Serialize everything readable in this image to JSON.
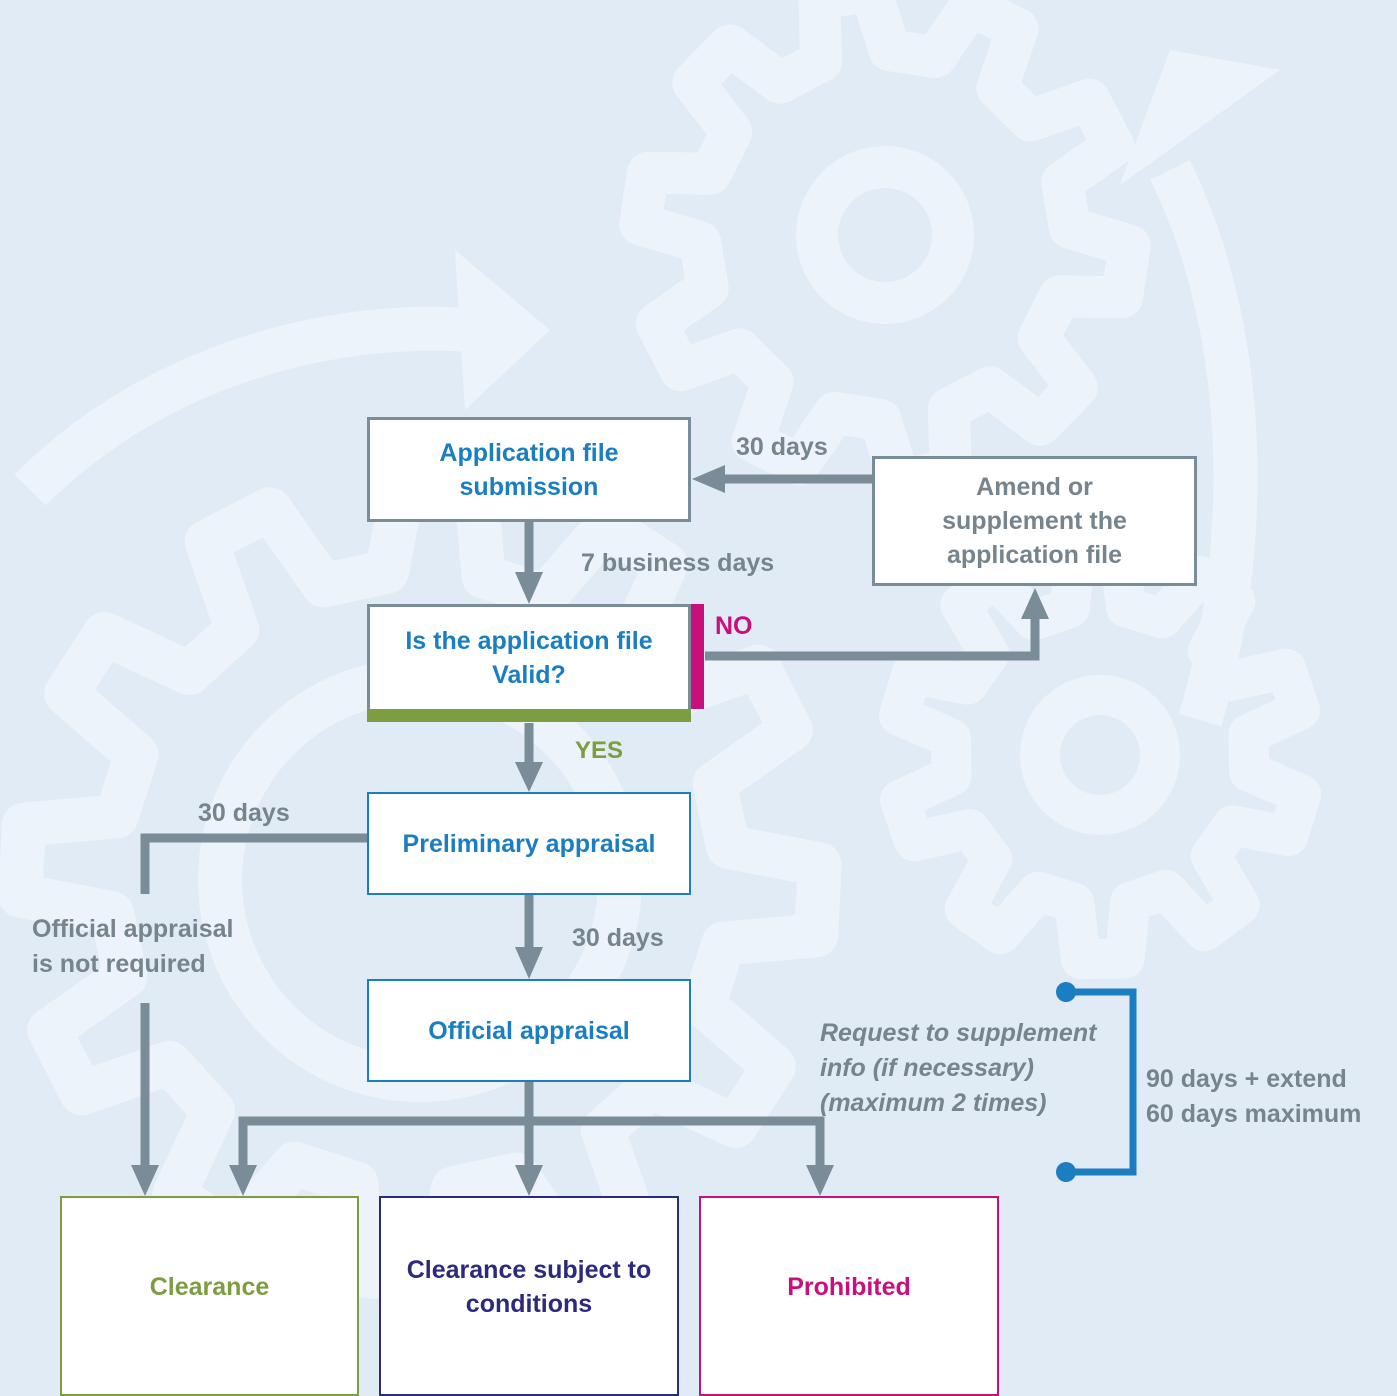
{
  "colors": {
    "background": "#e1ebf6",
    "gear_watermark": "#edf3fa",
    "box_blue_text": "#1a7ec1",
    "box_gray_text": "#76848e",
    "connector": "#7a8c97",
    "yes_green": "#7d9d41",
    "no_magenta": "#c8107d",
    "navy": "#2b2a7c",
    "bracket_blue": "#1a7ec1"
  },
  "boxes": {
    "submission": "Application file submission",
    "valid": "Is the application file Valid?",
    "amend": "Amend or supplement the application file",
    "preliminary": "Preliminary appraisal",
    "official": "Official appraisal",
    "clearance": "Clearance",
    "conditions": "Clearance subject to conditions",
    "prohibited": "Prohibited"
  },
  "labels": {
    "days_amend": "30 days",
    "business_days": "7 business days",
    "no": "NO",
    "yes": "YES",
    "days_prelim": "30 days",
    "days_official": "30 days",
    "not_required_1": "Official appraisal",
    "not_required_2": "is not required",
    "request_1": "Request to supplement",
    "request_2": "info (if necessary)",
    "request_3": "(maximum 2 times)",
    "extend_1": "90 days + extend",
    "extend_2": "60 days maximum"
  }
}
